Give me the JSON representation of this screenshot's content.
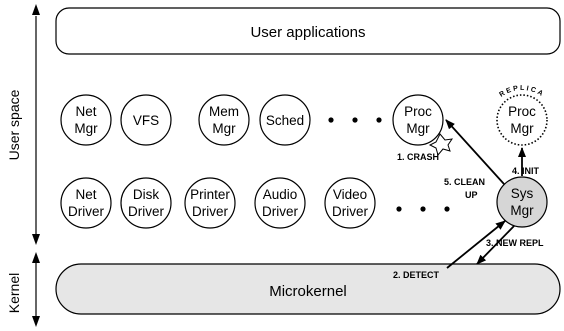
{
  "side_labels": {
    "user_space": "User space",
    "kernel": "Kernel"
  },
  "boxes": {
    "user_applications": "User applications",
    "microkernel": "Microkernel"
  },
  "servers": [
    {
      "line1": "Net",
      "line2": "Mgr"
    },
    {
      "line1": "VFS",
      "line2": ""
    },
    {
      "line1": "Mem",
      "line2": "Mgr"
    },
    {
      "line1": "Sched",
      "line2": ""
    },
    {
      "line1": "Proc",
      "line2": "Mgr"
    }
  ],
  "replica": {
    "caption": "REPLICA",
    "line1": "Proc",
    "line2": "Mgr"
  },
  "drivers": [
    {
      "line1": "Net",
      "line2": "Driver"
    },
    {
      "line1": "Disk",
      "line2": "Driver"
    },
    {
      "line1": "Printer",
      "line2": "Driver"
    },
    {
      "line1": "Audio",
      "line2": "Driver"
    },
    {
      "line1": "Video",
      "line2": "Driver"
    }
  ],
  "sys_mgr": {
    "line1": "Sys",
    "line2": "Mgr"
  },
  "steps": {
    "crash": "1. CRASH",
    "detect": "2. DETECT",
    "new_repl": "3. NEW REPL",
    "init": "4. INIT",
    "clean_up_line1": "5.  CLEAN",
    "clean_up_line2": "UP"
  },
  "colors": {
    "stroke": "#000000",
    "kernel_fill": "#e6e6e6",
    "sys_mgr_fill": "#d6d6d6"
  }
}
